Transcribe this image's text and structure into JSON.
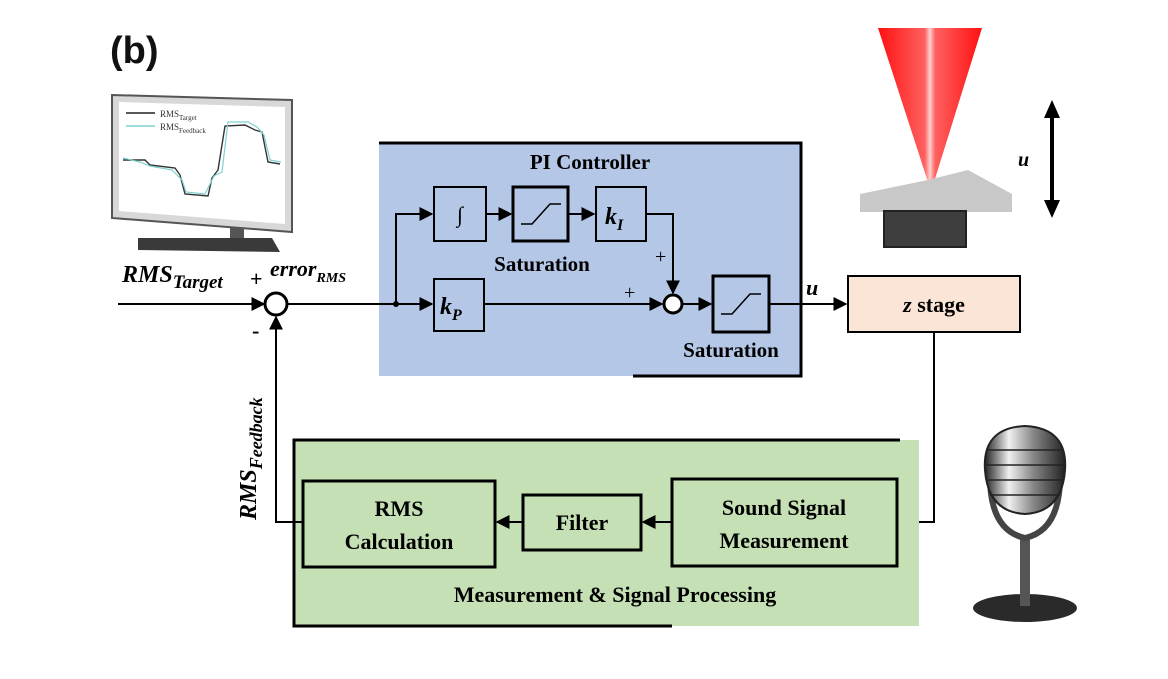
{
  "panel_label": "(b)",
  "pi_controller": {
    "title": "PI Controller",
    "integrator_symbol": "∫",
    "ki_main": "k",
    "ki_sub": "I",
    "kp_main": "k",
    "kp_sub": "P",
    "saturation_label_1": "Saturation",
    "saturation_label_2": "Saturation",
    "plus_top": "+",
    "plus_left": "+"
  },
  "signals": {
    "rms_target_main": "RMS",
    "rms_target_sub": "Target",
    "plus_sign": "+",
    "error_main": "error",
    "error_sub": "RMS",
    "minus_sign": "-",
    "rms_feedback_main": "RMS",
    "rms_feedback_sub": "Feedback",
    "u_output": "u",
    "u_stage": "u"
  },
  "z_stage": {
    "z": "z",
    "label": " stage"
  },
  "measurement": {
    "title": "Measurement & Signal Processing",
    "rms_calc_line1": "RMS",
    "rms_calc_line2": "Calculation",
    "filter": "Filter",
    "sound_line1": "Sound Signal",
    "sound_line2": "Measurement"
  },
  "monitor": {
    "legend_target_main": "RMS",
    "legend_target_sub": "Target",
    "legend_feedback_main": "RMS",
    "legend_feedback_sub": "Feedback"
  },
  "colors": {
    "pi_fill": "#b4c7e7",
    "measurement_fill": "#c5e0b4",
    "zstage_fill": "#fbe5d6",
    "laser_red": "#e00000"
  }
}
